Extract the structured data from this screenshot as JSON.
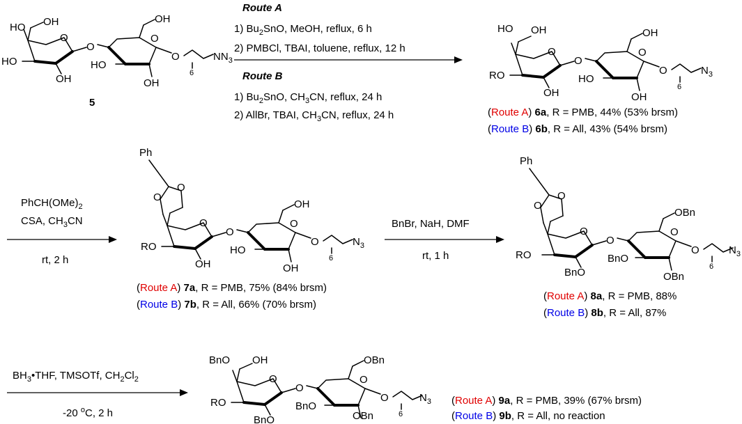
{
  "colors": {
    "route_a": "#e00000",
    "route_b": "#0000e6",
    "text": "#000000"
  },
  "step1": {
    "route_a_label": "Route A",
    "route_a_1": "1) Bu2SnO, MeOH, reflux, 6 h",
    "route_a_2": "2) PMBCl, TBAI, toluene, reflux, 12 h",
    "route_b_label": "Route B",
    "route_b_1": "1) Bu2SnO, CH3CN, reflux, 24 h",
    "route_b_2": "2) AllBr, TBAI, CH3CN, reflux, 24 h"
  },
  "step2": {
    "above_1": "PhCH(OMe)2",
    "above_2": "CSA, CH3CN",
    "below": "rt, 2 h"
  },
  "step3": {
    "above": "BnBr, NaH, DMF",
    "below": "rt, 1 h"
  },
  "step4": {
    "above": "BH3•THF, TMSOTf, CH2Cl2",
    "below": "-20 oC, 2 h"
  },
  "compounds": {
    "c5": {
      "number": "5"
    },
    "c6": {
      "a_open": "(",
      "a_route": "Route A",
      "a_close": ")",
      "a_id": "6a",
      "a_rest": ", R = PMB, 44% (53% brsm)",
      "b_open": "(",
      "b_route": "Route B",
      "b_close": ")",
      "b_id": "6b",
      "b_rest": ", R = All, 43% (54% brsm)"
    },
    "c7": {
      "a_open": "(",
      "a_route": "Route A",
      "a_close": ")",
      "a_id": "7a",
      "a_rest": ", R = PMB, 75% (84% brsm)",
      "b_open": "(",
      "b_route": "Route B",
      "b_close": ")",
      "b_id": "7b",
      "b_rest": ", R = All, 66% (70% brsm)"
    },
    "c8": {
      "a_open": "(",
      "a_route": "Route A",
      "a_close": ")",
      "a_id": "8a",
      "a_rest": ", R = PMB, 88%",
      "b_open": "(",
      "b_route": "Route B",
      "b_close": ")",
      "b_id": "8b",
      "b_rest": ", R = All, 87%"
    },
    "c9": {
      "a_open": "(",
      "a_route": "Route A",
      "a_close": ")",
      "a_id": "9a",
      "a_rest": ", R = PMB, 39% (67% brsm)",
      "b_open": "(",
      "b_route": "Route B",
      "b_close": ")",
      "b_id": "9b",
      "b_rest": ", R = All, no reaction"
    }
  },
  "atoms": {
    "HO": "HO",
    "OH": "OH",
    "O": "O",
    "RO": "RO",
    "N3": "N3",
    "six": "6",
    "Ph": "Ph",
    "OBn": "OBn",
    "BnO": "BnO"
  }
}
